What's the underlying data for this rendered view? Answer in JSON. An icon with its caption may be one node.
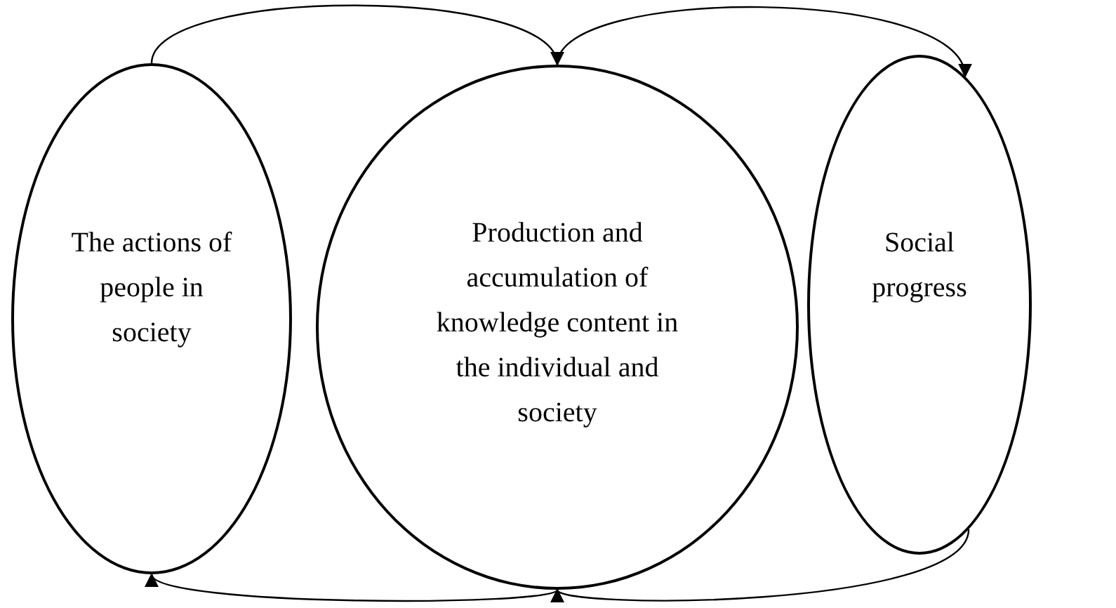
{
  "diagram": {
    "nodes": [
      {
        "text": [
          "The actions of people in society"
        ]
      },
      {
        "text": [
          "Production and accumulation of knowledge content in the individual and society"
        ]
      },
      {
        "text": [
          "Social progress"
        ]
      }
    ],
    "edges": [
      {
        "from": 0,
        "to": 1,
        "arrow": "to"
      },
      {
        "from": 1,
        "to": 2,
        "arrow": "to"
      },
      {
        "from": 2,
        "to": 1,
        "arrow": "to"
      },
      {
        "from": 1,
        "to": 0,
        "arrow": "to"
      }
    ]
  }
}
